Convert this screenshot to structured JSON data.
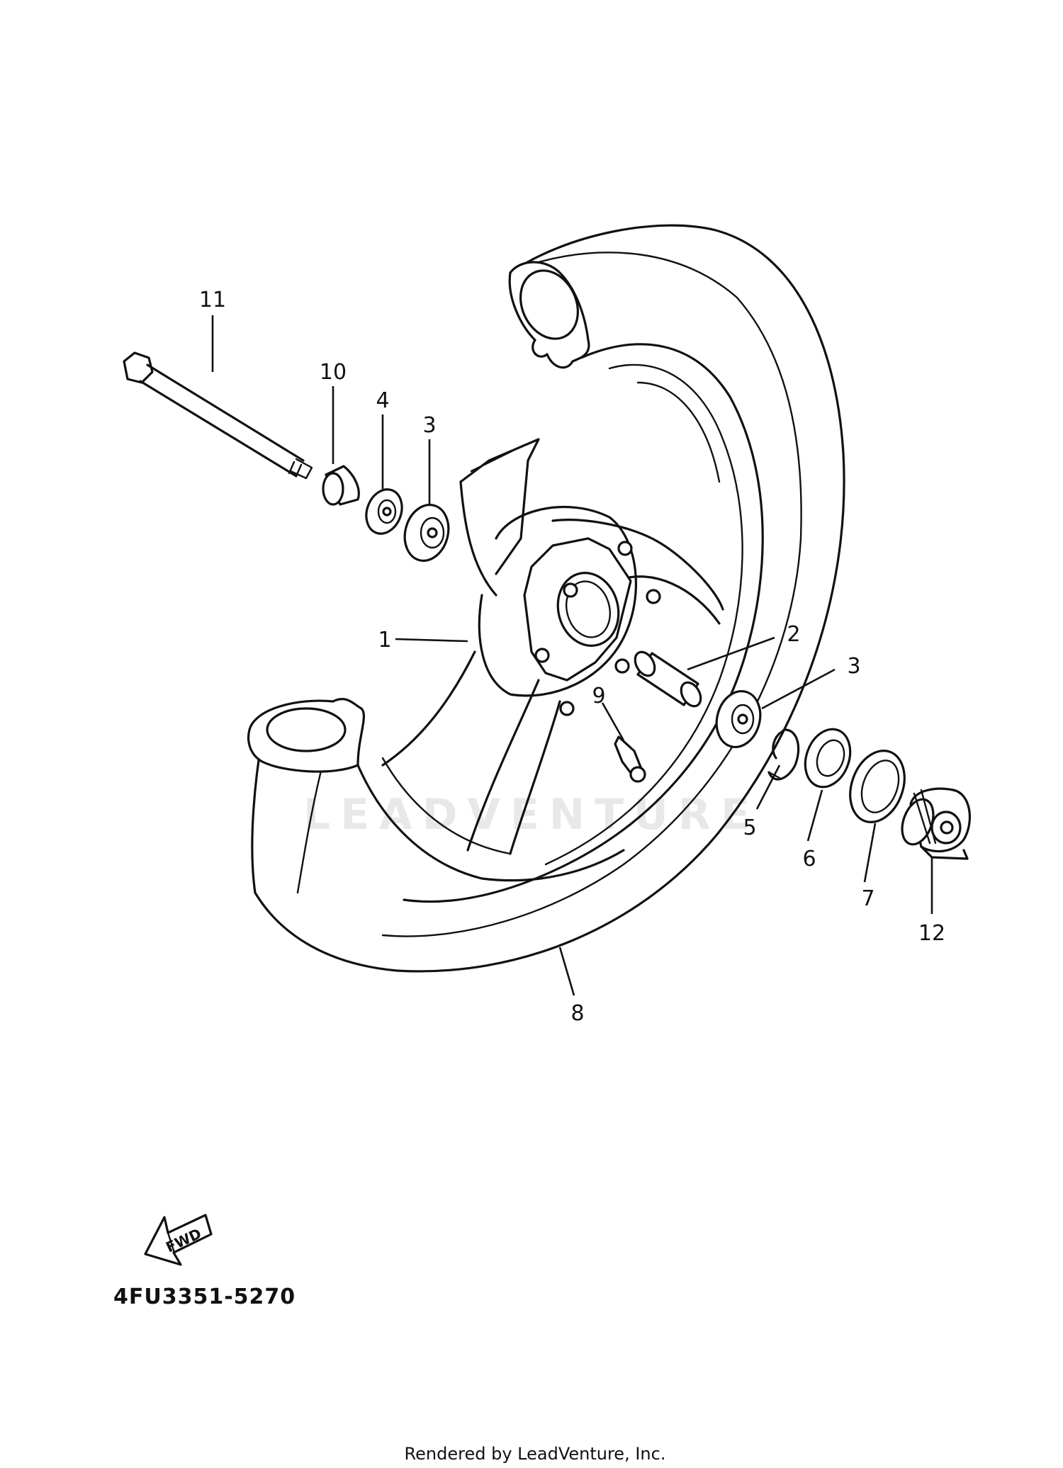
{
  "callouts": [
    {
      "id": "11",
      "label": "11"
    },
    {
      "id": "10",
      "label": "10"
    },
    {
      "id": "4",
      "label": "4"
    },
    {
      "id": "3a",
      "label": "3"
    },
    {
      "id": "1",
      "label": "1"
    },
    {
      "id": "2",
      "label": "2"
    },
    {
      "id": "3b",
      "label": "3"
    },
    {
      "id": "9",
      "label": "9"
    },
    {
      "id": "5",
      "label": "5"
    },
    {
      "id": "6",
      "label": "6"
    },
    {
      "id": "7",
      "label": "7"
    },
    {
      "id": "12",
      "label": "12"
    },
    {
      "id": "8",
      "label": "8"
    }
  ],
  "fwd_label": "FWD",
  "diagram_code": "4FU3351-5270",
  "watermark": "LEADVENTURE",
  "footer": "Rendered by LeadVenture, Inc."
}
